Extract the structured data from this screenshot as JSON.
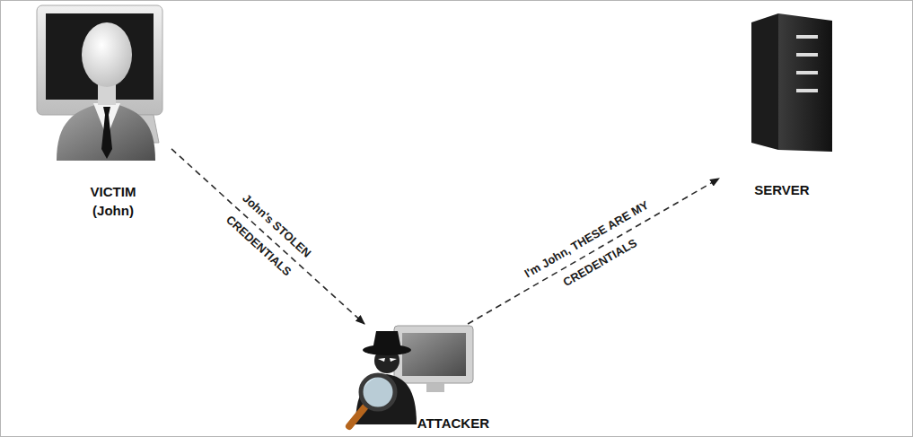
{
  "diagram": {
    "nodes": [
      {
        "text": [
          "VICTIM (John)"
        ]
      },
      {
        "text": [
          "ATTACKER"
        ]
      },
      {
        "text": [
          "SERVER"
        ]
      }
    ],
    "edges": [
      {
        "from": 0,
        "to": 1,
        "arrow": "to",
        "label": "John's STOLEN CREDENTIALS"
      },
      {
        "from": 1,
        "to": 2,
        "arrow": "to",
        "label": "I'm John, THESE ARE MY CREDENTIALS"
      }
    ]
  }
}
